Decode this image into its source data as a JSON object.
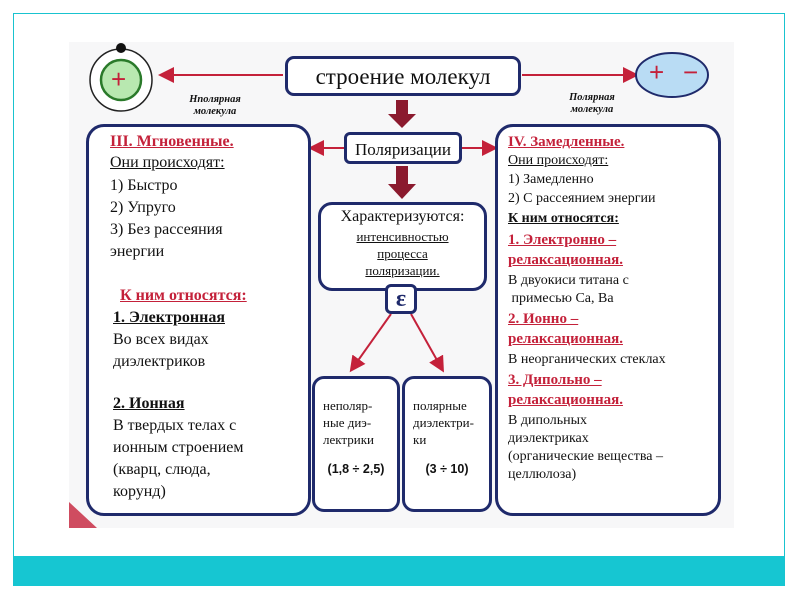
{
  "title": "строение  молекул",
  "polarization": "Поляризации",
  "nonpolar_molecule": [
    "Нполярная",
    "молекула"
  ],
  "polar_molecule": [
    "Полярная",
    "молекула"
  ],
  "left": {
    "heading": "III. Мгновенные.",
    "occur": "Они происходят:",
    "items": [
      "1) Быстро",
      "2) Упруго",
      "3) Без рассеяния",
      "энергии"
    ],
    "relate": "К ним относятся:",
    "electronic": "1. Электронная",
    "electronic_desc": [
      "Во всех видах",
      "диэлектриков"
    ],
    "ionic": "2. Ионная",
    "ionic_desc": [
      "В твердых телах с",
      "ионным строением",
      "(кварц, слюда,",
      "корунд)"
    ]
  },
  "center": {
    "characterized": "Характеризуются:",
    "desc": [
      "интенсивностью",
      "процесса",
      "поляризации."
    ],
    "epsilon": "ε",
    "nonpolar": [
      "неполяр-",
      "ные диэ-",
      "лектрики"
    ],
    "nonpolar_value": "(1,8 ÷ 2,5)",
    "polar": [
      "полярные",
      "диэлектри-",
      "ки"
    ],
    "polar_value": "(3 ÷ 10)"
  },
  "right": {
    "heading": "IV. Замедленные.",
    "occur": "Они происходят:",
    "items": [
      "1) Замедленно",
      "2) С рассеянием энергии"
    ],
    "relate": "К ним относятся:",
    "er_title": [
      "1. Электронно –",
      "релаксационная."
    ],
    "er_desc": [
      "В двуокиси титана с",
      " примесью Са, Ва"
    ],
    "ir_title": [
      "2. Ионно –",
      "релаксационная."
    ],
    "ir_desc": "В неорганических стеклах",
    "dr_title": [
      "3. Дипольно –",
      "релаксационная."
    ],
    "dr_desc": [
      "В дипольных",
      "диэлектриках",
      "(органические вещества –",
      "целлюлоза)"
    ]
  },
  "symbols": {
    "plus": "+",
    "minus": "−"
  },
  "colors": {
    "navy": "#1f2a6b",
    "red": "#c4213a",
    "maroon": "#8b1a2e",
    "teal": "#16c6d2"
  }
}
